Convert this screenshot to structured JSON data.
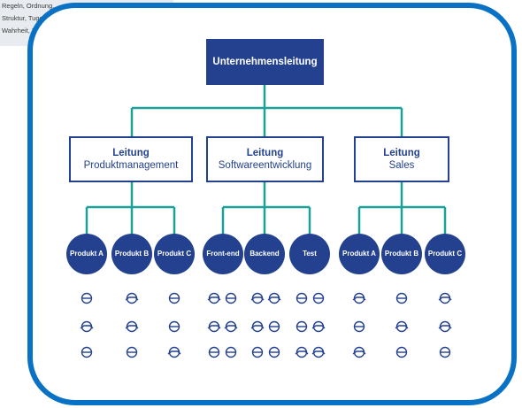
{
  "background_slide": {
    "lines": [
      "Regeln, Ordnung,",
      "Struktur, Tugend,",
      "Wahrheit, Ziel"
    ]
  },
  "org_chart": {
    "top": "Unternehmensleitung",
    "managers": [
      {
        "title": "Leitung",
        "subtitle": "Produktmanagement"
      },
      {
        "title": "Leitung",
        "subtitle": "Softwareentwicklung"
      },
      {
        "title": "Leitung",
        "subtitle": "Sales"
      }
    ],
    "teams": [
      "Produkt A",
      "Produkt B",
      "Produkt C",
      "Front-end",
      "Backend",
      "Test",
      "Produkt A",
      "Produkt B",
      "Produkt C"
    ]
  },
  "colors": {
    "frame": "#0a72c4",
    "primary": "#23418f",
    "connector": "#1aa29a"
  }
}
